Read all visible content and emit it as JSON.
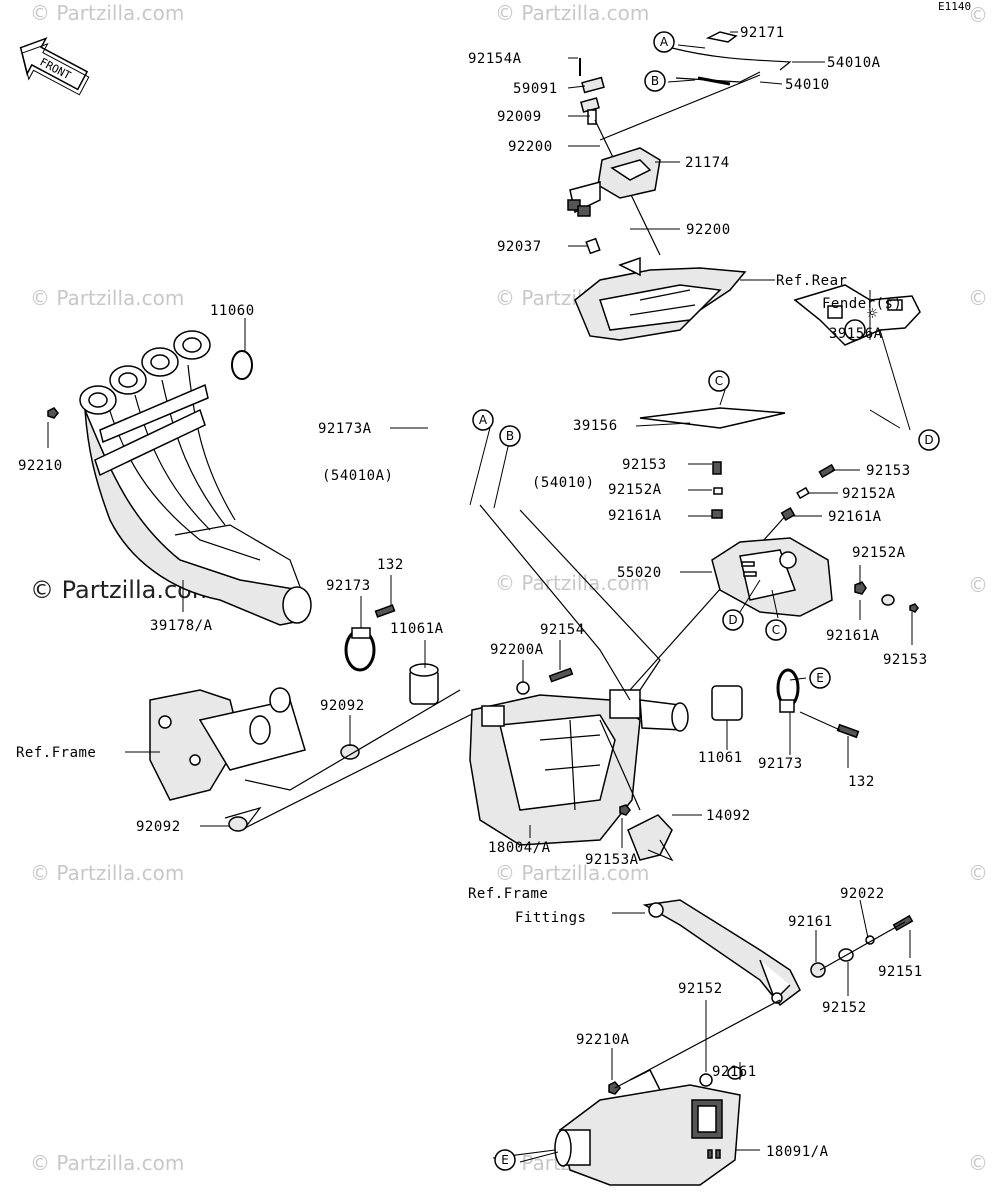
{
  "diagram_id": "E1140",
  "front_label": "FRONT",
  "watermarks": {
    "main": "© Partzilla.com",
    "symbol": "©"
  },
  "labels": {
    "p92171": "92171",
    "p54010A": "54010A",
    "p54010": "54010",
    "p92154A": "92154A",
    "p59091": "59091",
    "p92009": "92009",
    "p92200a": "92200",
    "p21174": "21174",
    "p92200b": "92200",
    "p92037": "92037",
    "ref_rear_1": "Ref.Rear",
    "ref_rear_2": "Fender(s)",
    "p11060": "11060",
    "p92210": "92210",
    "p39156A": "39156A",
    "p39156": "39156",
    "p92173A": "92173A",
    "p54010A_paren": "(54010A)",
    "p54010_paren": "(54010)",
    "p92153_l": "92153",
    "p92152A_l": "92152A",
    "p92161A_l": "92161A",
    "p92153_r": "92153",
    "p92152A_r": "92152A",
    "p92161A_r": "92161A",
    "p55020": "55020",
    "p92152A_r2": "92152A",
    "p92161A_r2": "92161A",
    "p92153_r2": "92153",
    "p39178A": "39178/A",
    "p132_top": "132",
    "p92173_l": "92173",
    "p11061A": "11061A",
    "p92154": "92154",
    "p92200A": "92200A",
    "p92092_a": "92092",
    "ref_frame": "Ref.Frame",
    "p92092_b": "92092",
    "p11061": "11061",
    "p92173_r": "92173",
    "p132_bot": "132",
    "p14092": "14092",
    "p18004A": "18004/A",
    "p92153A": "92153A",
    "ref_fit_1": "Ref.Frame",
    "ref_fit_2": "Fittings",
    "p92022": "92022",
    "p92161_a": "92161",
    "p92151": "92151",
    "p92152_a": "92152",
    "p92152_b": "92152",
    "p92210A": "92210A",
    "p92161_b": "92161",
    "p18091A": "18091/A"
  },
  "callouts": {
    "A": "A",
    "B": "B",
    "C": "C",
    "D": "D",
    "E": "E"
  }
}
